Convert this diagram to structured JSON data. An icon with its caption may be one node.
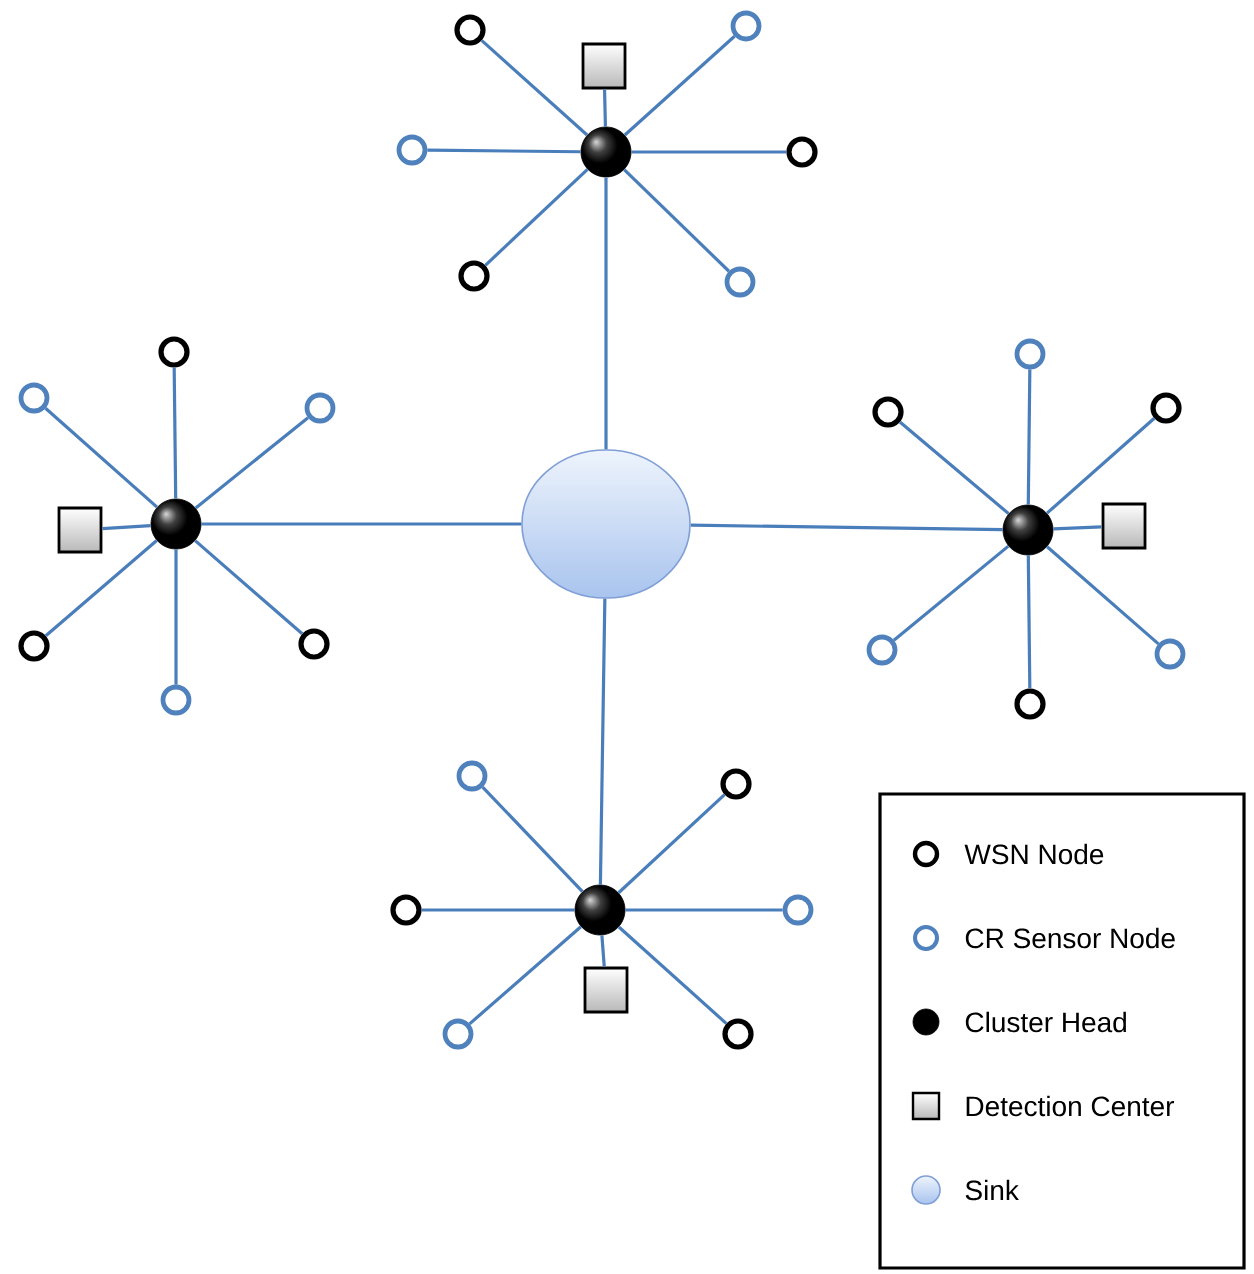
{
  "diagram": {
    "nodes": [
      {
        "text": [],
        "shape": "circle"
      },
      {
        "text": [],
        "shape": "box"
      },
      {
        "text": [],
        "shape": "circle"
      },
      {
        "text": [],
        "shape": "circle"
      },
      {
        "text": [],
        "shape": "circle"
      },
      {
        "text": [],
        "shape": "circle"
      },
      {
        "text": [],
        "shape": "circle"
      },
      {
        "text": [],
        "shape": "circle"
      },
      {
        "text": [],
        "shape": "circle"
      },
      {
        "text": [],
        "shape": "circle"
      },
      {
        "text": [],
        "shape": "circle"
      },
      {
        "text": [],
        "shape": "circle"
      },
      {
        "text": [],
        "shape": "box"
      },
      {
        "text": [],
        "shape": "circle"
      },
      {
        "text": [],
        "shape": "circle"
      },
      {
        "text": [],
        "shape": "circle"
      },
      {
        "text": [],
        "shape": "ellipse"
      },
      {
        "text": [],
        "shape": "circle"
      },
      {
        "text": [],
        "shape": "circle"
      },
      {
        "text": [],
        "shape": "circle"
      },
      {
        "text": [],
        "shape": "circle"
      },
      {
        "text": [],
        "shape": "box"
      },
      {
        "text": [],
        "shape": "circle"
      },
      {
        "text": [],
        "shape": "circle"
      },
      {
        "text": [],
        "shape": "circle"
      },
      {
        "text": [],
        "shape": "circle"
      },
      {
        "text": [],
        "shape": "circle"
      },
      {
        "text": [],
        "shape": "circle"
      },
      {
        "text": [],
        "shape": "circle"
      },
      {
        "text": [],
        "shape": "circle"
      },
      {
        "text": [],
        "shape": "box"
      },
      {
        "text": [],
        "shape": "circle"
      },
      {
        "text": [],
        "shape": "circle"
      }
    ],
    "edges": [
      {
        "from": 0,
        "to": 1,
        "arrow": "none"
      },
      {
        "from": 0,
        "to": 2,
        "arrow": "none"
      },
      {
        "from": 0,
        "to": 3,
        "arrow": "none"
      },
      {
        "from": 0,
        "to": 4,
        "arrow": "none"
      },
      {
        "from": 0,
        "to": 5,
        "arrow": "none"
      },
      {
        "from": 0,
        "to": 6,
        "arrow": "none"
      },
      {
        "from": 0,
        "to": 7,
        "arrow": "none"
      },
      {
        "from": 0,
        "to": 16,
        "arrow": "none"
      },
      {
        "from": 8,
        "to": 9,
        "arrow": "none"
      },
      {
        "from": 8,
        "to": 10,
        "arrow": "none"
      },
      {
        "from": 8,
        "to": 11,
        "arrow": "none"
      },
      {
        "from": 8,
        "to": 12,
        "arrow": "none"
      },
      {
        "from": 8,
        "to": 13,
        "arrow": "none"
      },
      {
        "from": 8,
        "to": 14,
        "arrow": "none"
      },
      {
        "from": 8,
        "to": 15,
        "arrow": "none"
      },
      {
        "from": 8,
        "to": 16,
        "arrow": "none"
      },
      {
        "from": 17,
        "to": 18,
        "arrow": "none"
      },
      {
        "from": 17,
        "to": 19,
        "arrow": "none"
      },
      {
        "from": 17,
        "to": 20,
        "arrow": "none"
      },
      {
        "from": 17,
        "to": 21,
        "arrow": "none"
      },
      {
        "from": 17,
        "to": 22,
        "arrow": "none"
      },
      {
        "from": 17,
        "to": 23,
        "arrow": "none"
      },
      {
        "from": 17,
        "to": 24,
        "arrow": "none"
      },
      {
        "from": 17,
        "to": 16,
        "arrow": "none"
      },
      {
        "from": 25,
        "to": 26,
        "arrow": "none"
      },
      {
        "from": 25,
        "to": 27,
        "arrow": "none"
      },
      {
        "from": 25,
        "to": 28,
        "arrow": "none"
      },
      {
        "from": 25,
        "to": 29,
        "arrow": "none"
      },
      {
        "from": 25,
        "to": 30,
        "arrow": "none"
      },
      {
        "from": 25,
        "to": 31,
        "arrow": "none"
      },
      {
        "from": 25,
        "to": 32,
        "arrow": "none"
      },
      {
        "from": 25,
        "to": 16,
        "arrow": "none"
      }
    ],
    "legend": [
      {
        "text": "WSN Node"
      },
      {
        "text": "CR Sensor Node"
      },
      {
        "text": "Cluster Head"
      },
      {
        "text": "Detection Center"
      },
      {
        "text": "Sink"
      }
    ]
  }
}
